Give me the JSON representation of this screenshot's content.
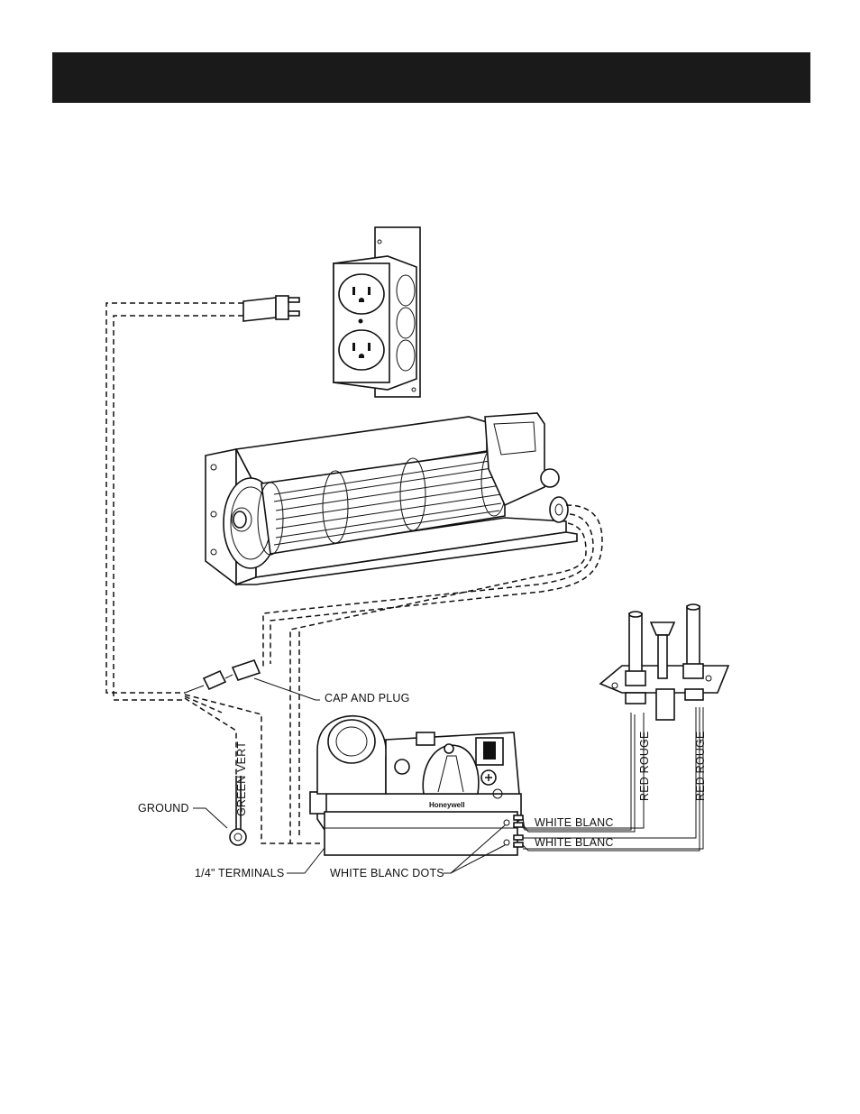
{
  "header": {
    "title": ""
  },
  "diagram": {
    "labels": {
      "cap_and_plug": "CAP AND PLUG",
      "ground": "GROUND",
      "green_vert": "GREEN VERT",
      "terminals": "1/4\" TERMINALS",
      "white_blanc_dots": "WHITE BLANC DOTS",
      "white_blanc_1": "WHITE BLANC",
      "white_blanc_2": "WHITE BLANC",
      "red_rouge_1": "RED ROUGE",
      "red_rouge_2": "RED ROUGE",
      "brand": "Honeywell"
    }
  }
}
